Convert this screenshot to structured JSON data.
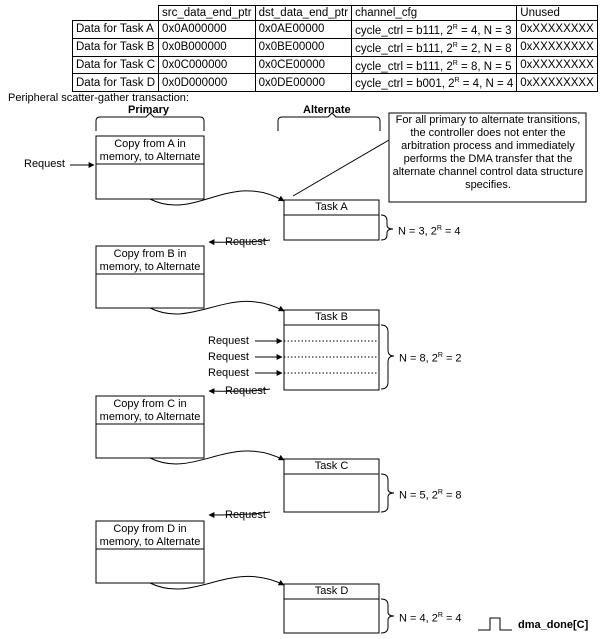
{
  "table": {
    "headers": [
      "",
      "src_data_end_ptr",
      "dst_data_end_ptr",
      "channel_cfg",
      "Unused"
    ],
    "rows": [
      {
        "label": "Data for Task A",
        "src": "0x0A000000",
        "dst": "0x0AE00000",
        "cfg_pre": "cycle_ctrl = b111, 2",
        "cfg_exp": "R",
        "cfg_post": " = 4, N = 3",
        "unused": "0xXXXXXXXX"
      },
      {
        "label": "Data for Task B",
        "src": "0x0B000000",
        "dst": "0x0BE00000",
        "cfg_pre": "cycle_ctrl = b111, 2",
        "cfg_exp": "R",
        "cfg_post": " = 2, N = 8",
        "unused": "0xXXXXXXXX"
      },
      {
        "label": "Data for Task C",
        "src": "0x0C000000",
        "dst": "0x0CE00000",
        "cfg_pre": "cycle_ctrl = b111, 2",
        "cfg_exp": "R",
        "cfg_post": " = 8, N = 5",
        "unused": "0xXXXXXXXX"
      },
      {
        "label": "Data for Task D",
        "src": "0x0D000000",
        "dst": "0x0DE00000",
        "cfg_pre": "cycle_ctrl = b001, 2",
        "cfg_exp": "R",
        "cfg_post": " = 4, N = 4",
        "unused": "0xXXXXXXXX"
      }
    ]
  },
  "diagram": {
    "caption": "Peripheral scatter-gather transaction:",
    "primary_label": "Primary",
    "alternate_label": "Alternate",
    "note": "For all primary to alternate transitions, the controller does not enter the arbitration process and immediately performs the DMA transfer that the alternate channel control data structure specifies.",
    "request_label": "Request",
    "copy_boxes": [
      {
        "line1": "Copy from A in",
        "line2": "memory, to Alternate"
      },
      {
        "line1": "Copy from B in",
        "line2": "memory, to Alternate"
      },
      {
        "line1": "Copy from C in",
        "line2": "memory, to Alternate"
      },
      {
        "line1": "Copy from D in",
        "line2": "memory, to Alternate"
      }
    ],
    "tasks": [
      {
        "name": "Task A",
        "n_pre": "N = 3, 2",
        "n_exp": "R",
        "n_post": " = 4"
      },
      {
        "name": "Task B",
        "n_pre": "N = 8, 2",
        "n_exp": "R",
        "n_post": " = 2"
      },
      {
        "name": "Task C",
        "n_pre": "N = 5, 2",
        "n_exp": "R",
        "n_post": " = 8"
      },
      {
        "name": "Task D",
        "n_pre": "N = 4, 2",
        "n_exp": "R",
        "n_post": " = 4"
      }
    ],
    "done_signal": "dma_done[C]"
  }
}
